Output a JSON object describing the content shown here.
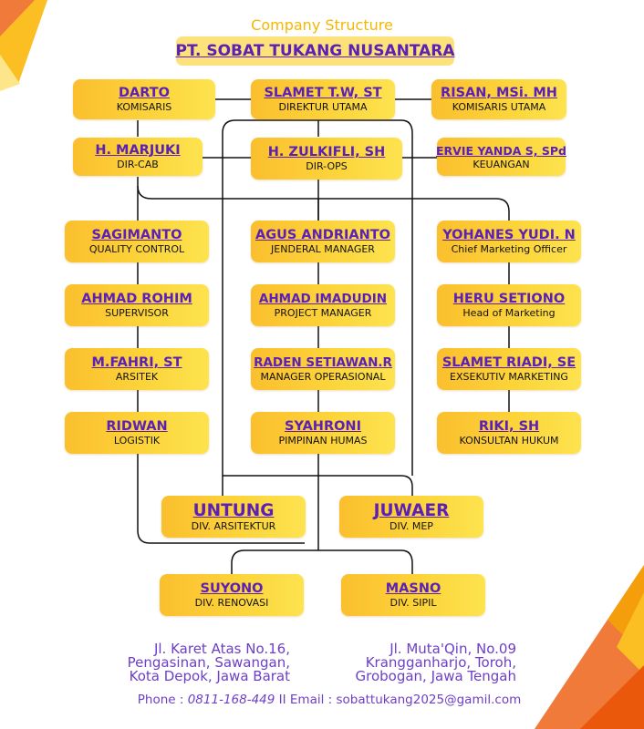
{
  "header": {
    "subtitle": "Company Structure",
    "company": "PT. SOBAT TUKANG NUSANTARA"
  },
  "nodes": {
    "darto": {
      "name": "DARTO",
      "role": "KOMISARIS"
    },
    "slamet_tw": {
      "name": "SLAMET T.W, ST",
      "role": "DIREKTUR UTAMA"
    },
    "risan": {
      "name": "RISAN, MSi. MH",
      "role": "KOMISARIS UTAMA"
    },
    "marjuki": {
      "name": "H. MARJUKI",
      "role": "DIR-CAB"
    },
    "zulkifli": {
      "name": "H. ZULKIFLI, SH",
      "role": "DIR-OPS"
    },
    "ervie": {
      "name": "ERVIE YANDA S, SPd",
      "role": "KEUANGAN"
    },
    "sagimanto": {
      "name": "SAGIMANTO",
      "role": "QUALITY CONTROL"
    },
    "agus": {
      "name": "AGUS ANDRIANTO",
      "role": "JENDERAL MANAGER"
    },
    "yohanes": {
      "name": "YOHANES YUDI. N",
      "role": "Chief Marketing Officer"
    },
    "ahmad_rohim": {
      "name": "AHMAD ROHIM",
      "role": "SUPERVISOR"
    },
    "ahmad_imadudin": {
      "name": "AHMAD IMADUDIN",
      "role": "PROJECT MANAGER"
    },
    "heru": {
      "name": "HERU SETIONO",
      "role": "Head of Marketing"
    },
    "fahri": {
      "name": "M.FAHRI, ST",
      "role": "ARSITEK"
    },
    "raden": {
      "name": "RADEN SETIAWAN.R",
      "role": "MANAGER OPERASIONAL"
    },
    "slamet_riadi": {
      "name": "SLAMET RIADI, SE",
      "role": "EXSEKUTIV MARKETING"
    },
    "ridwan": {
      "name": "RIDWAN",
      "role": "LOGISTIK"
    },
    "syahroni": {
      "name": "SYAHRONI",
      "role": "PIMPINAN HUMAS"
    },
    "riki": {
      "name": "RIKI, SH",
      "role": "KONSULTAN HUKUM"
    },
    "untung": {
      "name": "UNTUNG",
      "role": "DIV. ARSITEKTUR"
    },
    "juwaer": {
      "name": "JUWAER",
      "role": "DIV. MEP"
    },
    "suyono": {
      "name": "SUYONO",
      "role": "DIV. RENOVASI"
    },
    "masno": {
      "name": "MASNO",
      "role": "DIV. SIPIL"
    }
  },
  "footer": {
    "address_left": [
      "Jl. Karet Atas No.16,",
      "Pengasinan, Sawangan,",
      "Kota Depok, Jawa Barat"
    ],
    "address_right": [
      "Jl. Muta'Qin, No.09",
      "Krangganharjo, Toroh,",
      "Grobogan, Jawa Tengah"
    ],
    "phone_label": "Phone : ",
    "phone": "0811-168-449",
    "email_sep": " II Email : ",
    "email": "sobattukang2025@gamil.com"
  },
  "colors": {
    "node_start": "#fbbf2e",
    "node_end": "#fde34f",
    "name_text": "#5b21b6",
    "subtitle": "#f5b800",
    "footer_text": "#6d3fc6",
    "deco_orange": "#f07a3a",
    "deco_yellow": "#fbbf24"
  }
}
